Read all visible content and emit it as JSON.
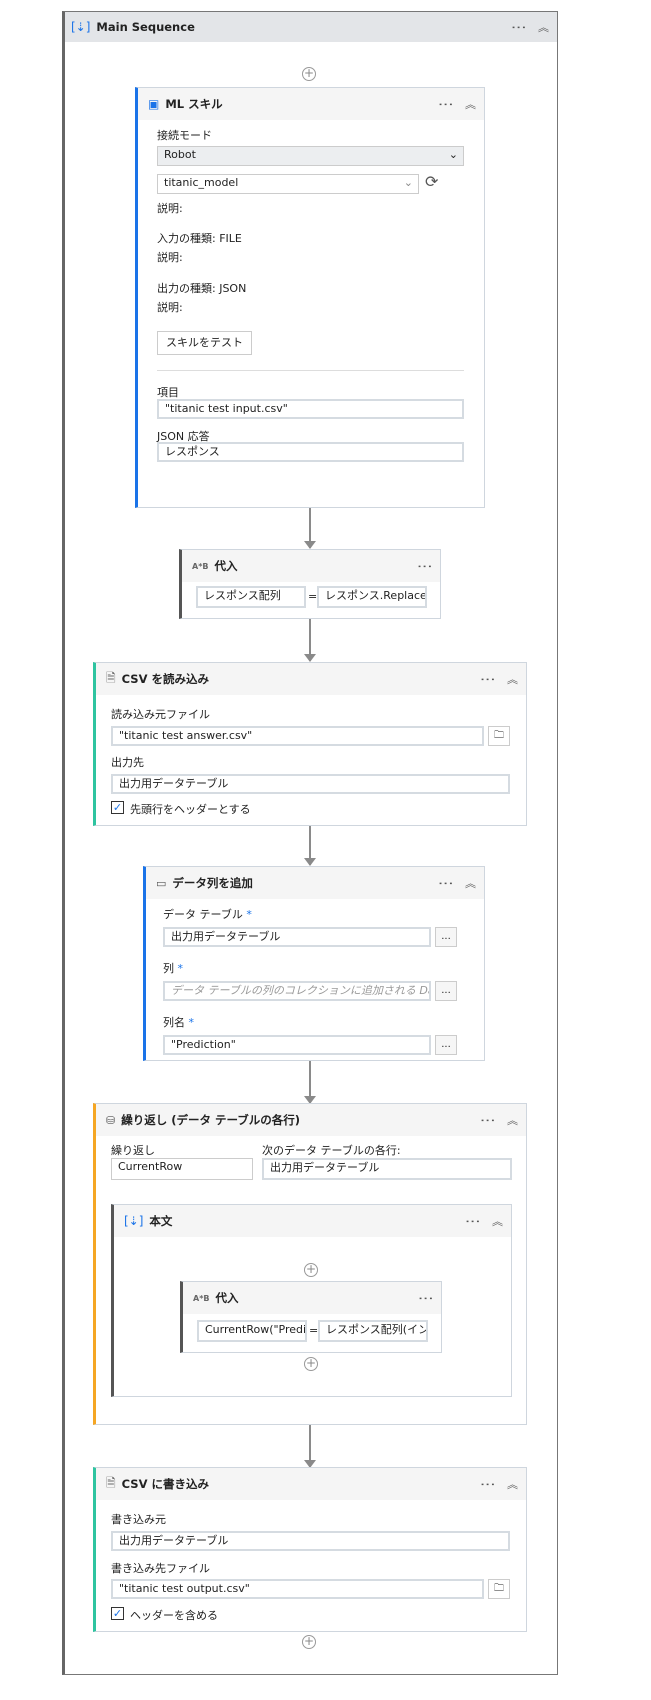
{
  "main": {
    "title": "Main Sequence",
    "icon": "sequence-icon"
  },
  "ml_skill": {
    "title": "ML スキル",
    "conn_mode_label": "接続モード",
    "conn_mode": "Robot",
    "model": "titanic_model",
    "desc1": "説明:",
    "input_type": "入力の種類: FILE",
    "desc2": "説明:",
    "output_type": "出力の種類: JSON",
    "desc3": "説明:",
    "test_button": "スキルをテスト",
    "item_label": "項目",
    "item_value": "\"titanic test input.csv\"",
    "json_label": "JSON 応答",
    "json_value": "レスポンス",
    "accent": "#1a73e8"
  },
  "assign1": {
    "title": "代入",
    "icon_text": "A*B",
    "left": "レスポンス配列",
    "eq": "=",
    "right": "レスポンス.Replace(\""
  },
  "csv_read": {
    "title": "CSV を読み込み",
    "file_label": "読み込み元ファイル",
    "file_value": "\"titanic test answer.csv\"",
    "out_label": "出力先",
    "out_value": "出力用データテーブル",
    "header_check": "先頭行をヘッダーとする",
    "header_checked": true,
    "accent": "#2ec4a0"
  },
  "add_col": {
    "title": "データ列を追加",
    "table_label": "データ テーブル",
    "table_value": "出力用データテーブル",
    "col_label": "列",
    "col_placeholder": "データ テーブルの列のコレクションに追加される DataCol",
    "name_label": "列名",
    "name_value": "\"Prediction\"",
    "star": "*",
    "more": "..."
  },
  "loop": {
    "title": "繰り返し (データ テーブルの各行)",
    "iter_label": "繰り返し",
    "iter_value": "CurrentRow",
    "in_label": "次のデータ テーブルの各行:",
    "in_value": "出力用データテーブル",
    "accent": "#f5a623"
  },
  "body": {
    "title": "本文"
  },
  "assign2": {
    "title": "代入",
    "icon_text": "A*B",
    "left": "CurrentRow(\"Predi",
    "eq": "=",
    "right": "レスポンス配列(インデ"
  },
  "csv_write": {
    "title": "CSV に書き込み",
    "src_label": "書き込み元",
    "src_value": "出力用データテーブル",
    "file_label": "書き込み先ファイル",
    "file_value": "\"titanic test output.csv\"",
    "header_check": "ヘッダーを含める",
    "header_checked": true
  }
}
